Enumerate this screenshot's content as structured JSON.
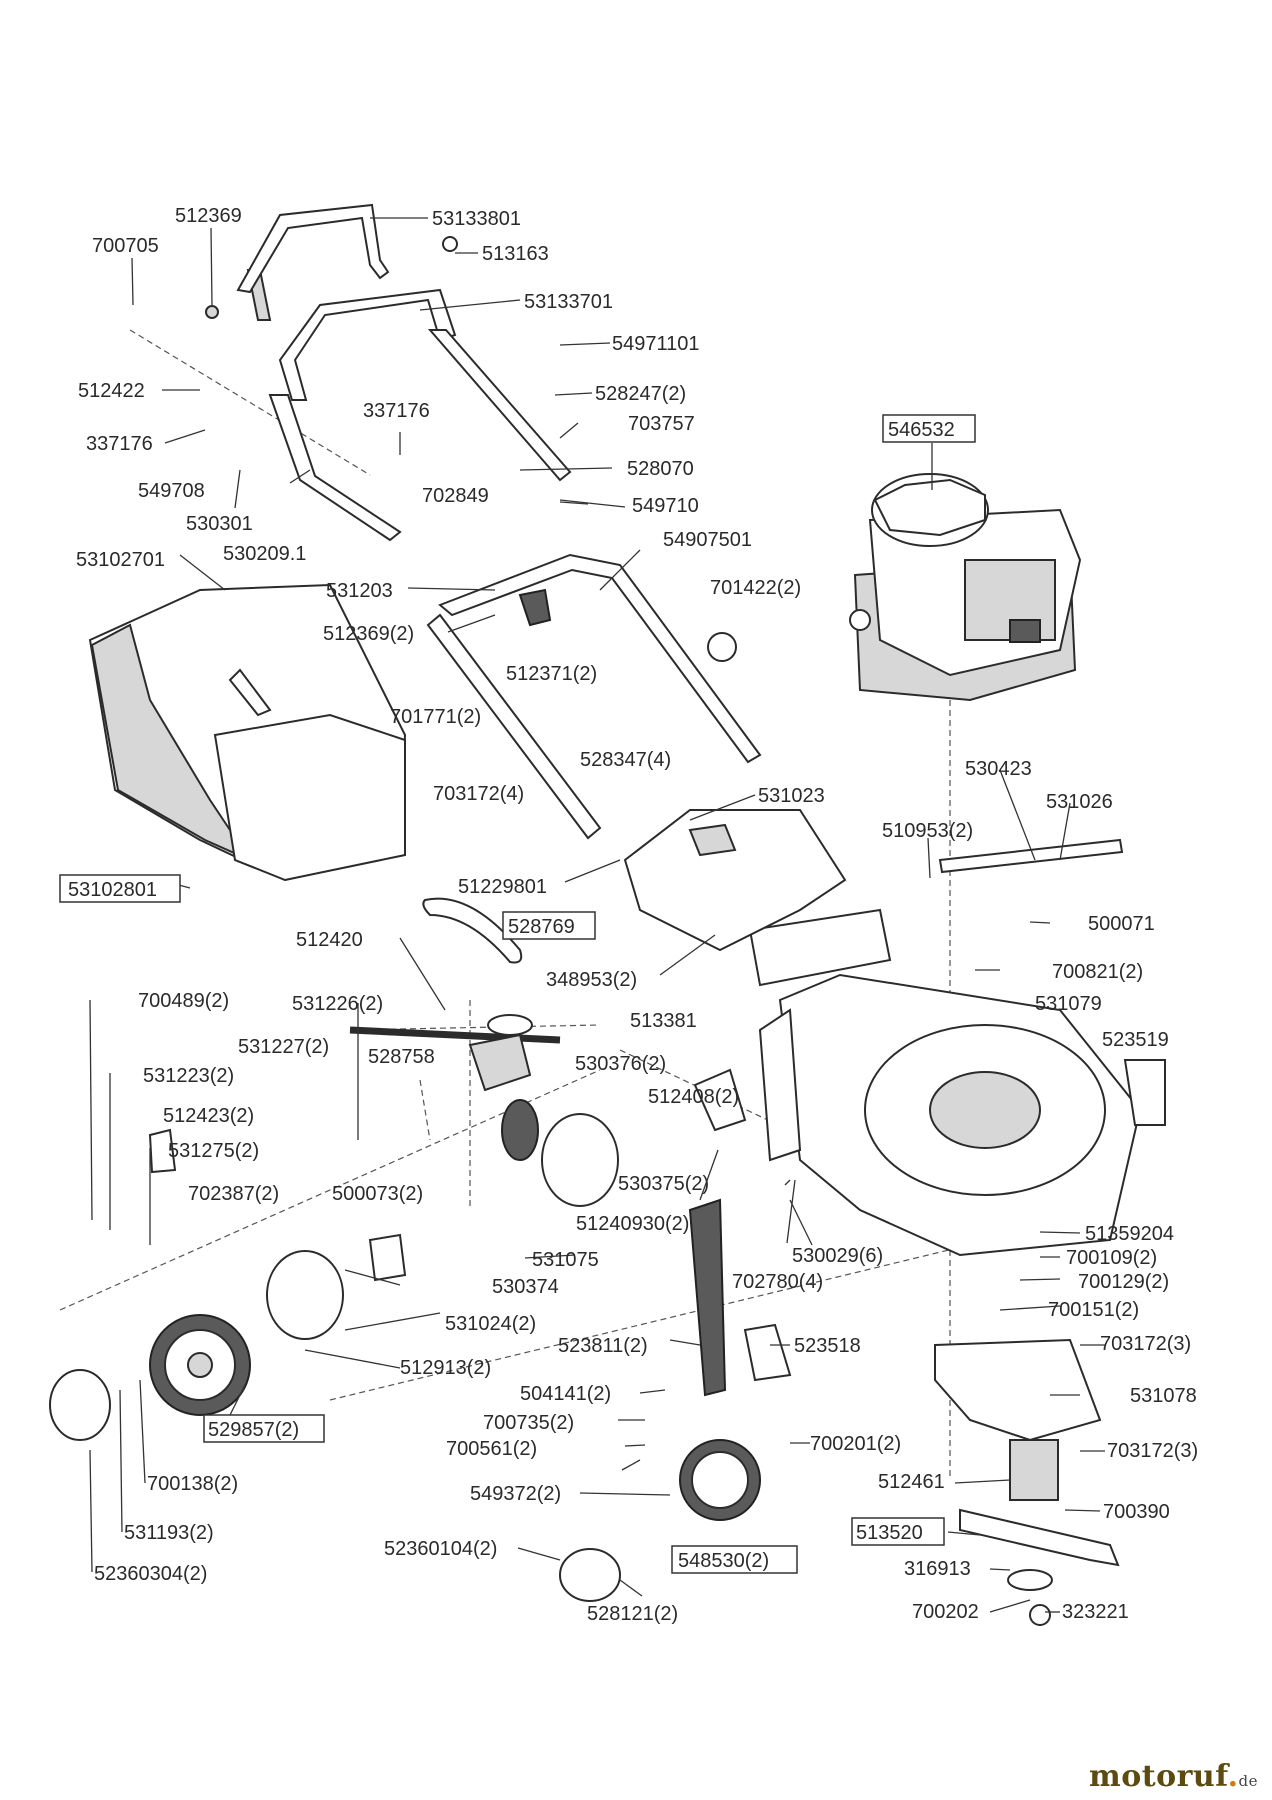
{
  "parts": [
    {
      "id": "p53133801",
      "label": "53133801"
    },
    {
      "id": "p512369",
      "label": "512369"
    },
    {
      "id": "p700705",
      "label": "700705"
    },
    {
      "id": "p513163",
      "label": "513163"
    },
    {
      "id": "p53133701",
      "label": "53133701"
    },
    {
      "id": "p54971101",
      "label": "54971101"
    },
    {
      "id": "p512422",
      "label": "512422"
    },
    {
      "id": "p337176a",
      "label": "337176"
    },
    {
      "id": "p337176b",
      "label": "337176"
    },
    {
      "id": "p528247",
      "label": "528247(2)"
    },
    {
      "id": "p703757",
      "label": "703757"
    },
    {
      "id": "p546532",
      "label": "546532",
      "boxed": true
    },
    {
      "id": "p528070",
      "label": "528070"
    },
    {
      "id": "p549708",
      "label": "549708"
    },
    {
      "id": "p702849",
      "label": "702849"
    },
    {
      "id": "p530301",
      "label": "530301"
    },
    {
      "id": "p549710",
      "label": "549710"
    },
    {
      "id": "p5302091",
      "label": "530209.1"
    },
    {
      "id": "p54907501",
      "label": "54907501"
    },
    {
      "id": "p53102701",
      "label": "53102701"
    },
    {
      "id": "p531203",
      "label": "531203"
    },
    {
      "id": "p701422",
      "label": "701422(2)"
    },
    {
      "id": "p512369b",
      "label": "512369(2)"
    },
    {
      "id": "p512371",
      "label": "512371(2)"
    },
    {
      "id": "p701771",
      "label": "701771(2)"
    },
    {
      "id": "p530423",
      "label": "530423"
    },
    {
      "id": "p528347",
      "label": "528347(4)"
    },
    {
      "id": "p531026",
      "label": "531026"
    },
    {
      "id": "p703172a",
      "label": "703172(4)"
    },
    {
      "id": "p531023",
      "label": "531023"
    },
    {
      "id": "p510953",
      "label": "510953(2)"
    },
    {
      "id": "p53102801",
      "label": "53102801",
      "boxed": true
    },
    {
      "id": "p51229801",
      "label": "51229801"
    },
    {
      "id": "p500071",
      "label": "500071"
    },
    {
      "id": "p528769",
      "label": "528769",
      "boxed": true
    },
    {
      "id": "p512420",
      "label": "512420"
    },
    {
      "id": "p700821",
      "label": "700821(2)"
    },
    {
      "id": "p348953",
      "label": "348953(2)"
    },
    {
      "id": "p531079",
      "label": "531079"
    },
    {
      "id": "p700489",
      "label": "700489(2)"
    },
    {
      "id": "p531226",
      "label": "531226(2)"
    },
    {
      "id": "p513381",
      "label": "513381"
    },
    {
      "id": "p531227",
      "label": "531227(2)"
    },
    {
      "id": "p528758",
      "label": "528758"
    },
    {
      "id": "p523519",
      "label": "523519"
    },
    {
      "id": "p531223",
      "label": "531223(2)"
    },
    {
      "id": "p530376",
      "label": "530376(2)"
    },
    {
      "id": "p512408",
      "label": "512408(2)"
    },
    {
      "id": "p512423",
      "label": "512423(2)"
    },
    {
      "id": "p531275",
      "label": "531275(2)"
    },
    {
      "id": "p500073",
      "label": "500073(2)"
    },
    {
      "id": "p530375",
      "label": "530375(2)"
    },
    {
      "id": "p702387",
      "label": "702387(2)"
    },
    {
      "id": "p51240930",
      "label": "51240930(2)"
    },
    {
      "id": "p51359204",
      "label": "51359204"
    },
    {
      "id": "p531075",
      "label": "531075"
    },
    {
      "id": "p530029",
      "label": "530029(6)"
    },
    {
      "id": "p700109",
      "label": "700109(2)"
    },
    {
      "id": "p530374",
      "label": "530374"
    },
    {
      "id": "p702780",
      "label": "702780(4)"
    },
    {
      "id": "p700129",
      "label": "700129(2)"
    },
    {
      "id": "p700151",
      "label": "700151(2)"
    },
    {
      "id": "p531024",
      "label": "531024(2)"
    },
    {
      "id": "p523811",
      "label": "523811(2)"
    },
    {
      "id": "p523518",
      "label": "523518"
    },
    {
      "id": "p703172b",
      "label": "703172(3)"
    },
    {
      "id": "p512913",
      "label": "512913(2)"
    },
    {
      "id": "p504141",
      "label": "504141(2)"
    },
    {
      "id": "p531078",
      "label": "531078"
    },
    {
      "id": "p529857",
      "label": "529857(2)",
      "boxed": true
    },
    {
      "id": "p700735",
      "label": "700735(2)"
    },
    {
      "id": "p700201",
      "label": "700201(2)"
    },
    {
      "id": "p700561",
      "label": "700561(2)"
    },
    {
      "id": "p703172c",
      "label": "703172(3)"
    },
    {
      "id": "p700138",
      "label": "700138(2)"
    },
    {
      "id": "p512461",
      "label": "512461"
    },
    {
      "id": "p549372",
      "label": "549372(2)"
    },
    {
      "id": "p700390",
      "label": "700390"
    },
    {
      "id": "p531193",
      "label": "531193(2)"
    },
    {
      "id": "p513520",
      "label": "513520",
      "boxed": true
    },
    {
      "id": "p548530",
      "label": "548530(2)",
      "boxed": true
    },
    {
      "id": "p52360104",
      "label": "52360104(2)"
    },
    {
      "id": "p316913",
      "label": "316913"
    },
    {
      "id": "p52360304",
      "label": "52360304(2)"
    },
    {
      "id": "p528121",
      "label": "528121(2)"
    },
    {
      "id": "p700202",
      "label": "700202"
    },
    {
      "id": "p323221",
      "label": "323221"
    }
  ],
  "watermark": {
    "brand": "motoruf",
    "dot": ".",
    "tld": "de"
  }
}
